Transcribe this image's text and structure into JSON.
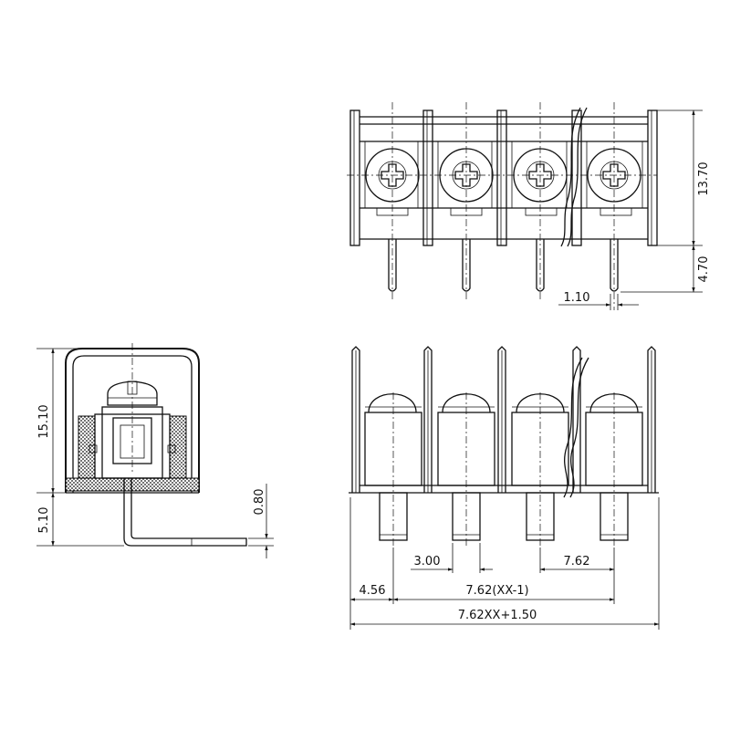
{
  "drawing": {
    "views": [
      "top-view",
      "front-view",
      "side-view"
    ],
    "dimensions": {
      "top_height": "13.70",
      "pin_length": "4.70",
      "pin_width": "1.10",
      "side_height": "15.10",
      "side_pin": "5.10",
      "side_thickness": "0.80",
      "pin_first_offset": "3.00",
      "pitch": "7.62",
      "pitch_span": "7.62(XX-1)",
      "edge_offset": "4.56",
      "overall": "7.62XX+1.50"
    }
  }
}
